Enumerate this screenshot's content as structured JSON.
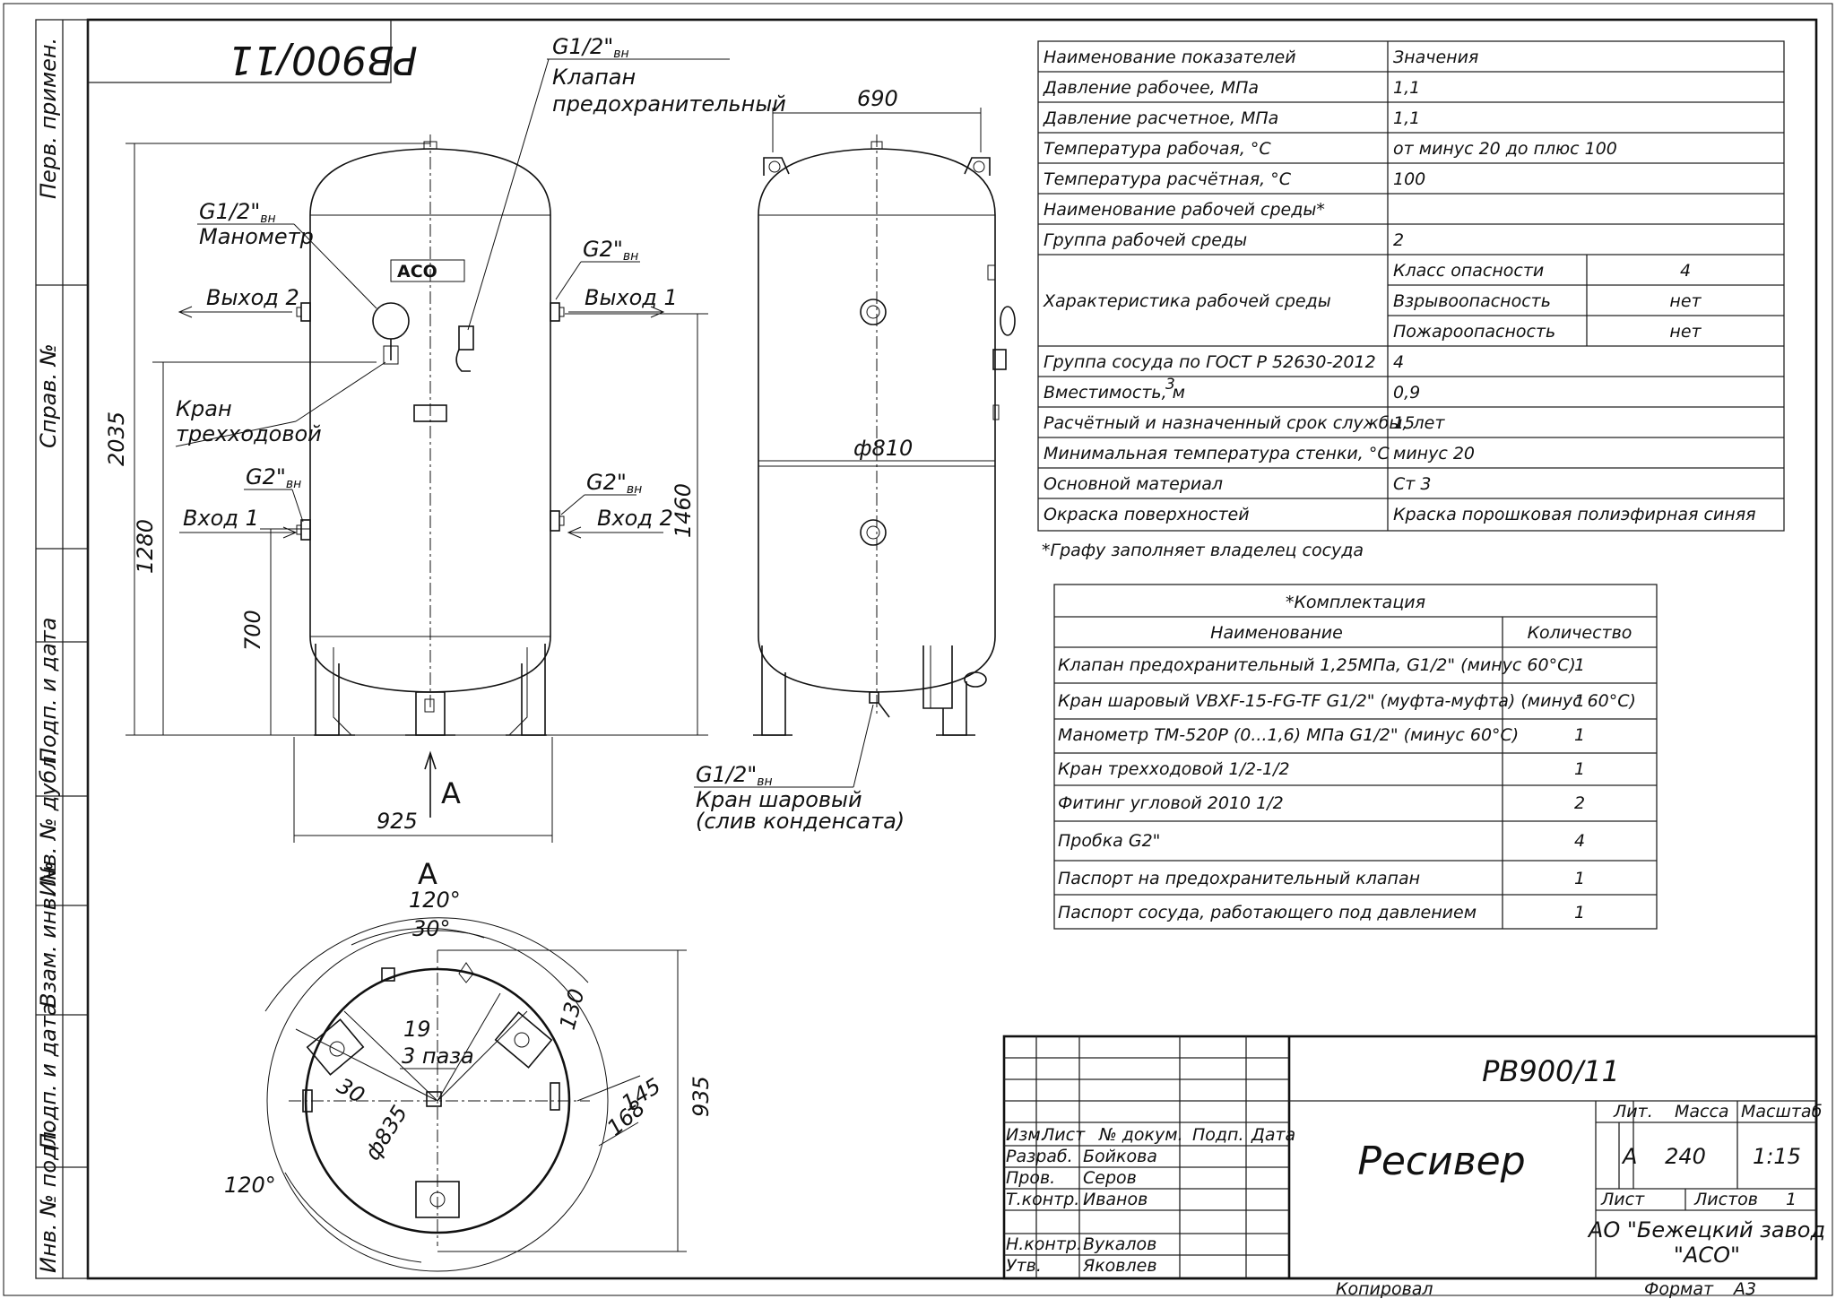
{
  "drawing": {
    "designation": "PB900/11",
    "designation_mirrored": "PB900/11",
    "name": "Ресивер",
    "company_line1": "АО \"Бежецкий завод",
    "company_line2": "\"АСО\"",
    "copied": "Копировал",
    "format_label": "Формат",
    "format_value": "А3",
    "logo_text": "АСО"
  },
  "side_stamp": [
    "Перв. примен.",
    "Справ. №",
    "Подп. и дата",
    "Инв. № дубл.",
    "Взам. инв. №",
    "Подп. и дата",
    "Инв. № подл."
  ],
  "title_block": {
    "lit_label": "Лит.",
    "mass_label": "Масса",
    "scale_label": "Масштаб",
    "lit_value": "А",
    "mass_value": "240",
    "scale_value": "1:15",
    "sheet_label": "Лист",
    "sheets_label": "Листов",
    "sheets_value": "1",
    "header_cols": [
      "Изм.",
      "Лист",
      "№ докум.",
      "Подп.",
      "Дата"
    ],
    "roles": [
      {
        "role": "Разраб.",
        "person": "Бойкова"
      },
      {
        "role": "Пров.",
        "person": "Серов"
      },
      {
        "role": "Т.контр.",
        "person": "Иванов"
      },
      {
        "role": "Н.контр.",
        "person": "Вукалов"
      },
      {
        "role": "Утв.",
        "person": "Яковлев"
      }
    ]
  },
  "specs": {
    "header": [
      "Наименование показателей",
      "Значения"
    ],
    "rows": [
      {
        "name": "Давление рабочее, МПа",
        "value": "1,1"
      },
      {
        "name": "Давление расчетное, МПа",
        "value": "1,1"
      },
      {
        "name": "Температура рабочая, °С",
        "value": "от минус 20 до плюс 100"
      },
      {
        "name": "Температура расчётная, °С",
        "value": "100"
      },
      {
        "name": "Наименование рабочей среды*",
        "value": ""
      },
      {
        "name": "Группа рабочей среды",
        "value": "2"
      }
    ],
    "medium_char": {
      "name": "Характеристика рабочей среды",
      "items": [
        {
          "name": "Класс опасности",
          "value": "4"
        },
        {
          "name": "Взрывоопасность",
          "value": "нет"
        },
        {
          "name": "Пожароопасность",
          "value": "нет"
        }
      ]
    },
    "rows2": [
      {
        "name": "Группа сосуда по ГОСТ Р 52630-2012",
        "value": "4"
      },
      {
        "name": "Вместимость, м",
        "value": "0,9"
      },
      {
        "name": "Расчётный и назначенный срок службы, лет",
        "value": "15"
      },
      {
        "name": "Минимальная температура стенки, °С",
        "value": "минус 20"
      },
      {
        "name": "Основной материал",
        "value": "Ст 3"
      },
      {
        "name": "Окраска поверхностей",
        "value": "Краска порошковая полиэфирная синяя"
      }
    ],
    "volume_sup": "3",
    "footnote": "*Графу заполняет владелец сосуда"
  },
  "kit": {
    "title": "*Комплектация",
    "header": [
      "Наименование",
      "Количество"
    ],
    "rows": [
      {
        "name": "Клапан предохранительный 1,25МПа, G1/2\" (минус 60°С)",
        "qty": "1"
      },
      {
        "name": "Кран шаровый VBXF-15-FG-TF G1/2\" (муфта-муфта) (минус 60°С)",
        "qty": "1"
      },
      {
        "name": "Манометр ТМ-520Р (0...1,6) МПа G1/2\" (минус 60°С)",
        "qty": "1"
      },
      {
        "name": "Кран трехходовой 1/2-1/2",
        "qty": "1"
      },
      {
        "name": "Фитинг угловой 2010 1/2",
        "qty": "2"
      },
      {
        "name": "Пробка G2\"",
        "qty": "4"
      },
      {
        "name": "Паспорт на предохранительный клапан",
        "qty": "1"
      },
      {
        "name": "Паспорт сосуда, работающего под давлением",
        "qty": "1"
      }
    ]
  },
  "labels": {
    "g12": "G1/2\"",
    "g2": "G2\"",
    "vn": "вн",
    "valve_safety_1": "Клапан",
    "valve_safety_2": "предохранительный",
    "manometer": "Манометр",
    "out2": "Выход 2",
    "out1": "Выход 1",
    "in1": "Вход 1",
    "in2": "Вход 2",
    "tap3_1": "Кран",
    "tap3_2": "трехходовой",
    "ball_1": "Кран шаровый",
    "ball_2": "(слив конденсата)",
    "view_a": "А",
    "slots": "3 паза"
  },
  "dims": {
    "h_total": "2035",
    "h_1280": "1280",
    "h_700": "700",
    "h_1460": "1460",
    "w_925": "925",
    "w_690": "690",
    "d_810": "ф810",
    "a120_top": "120°",
    "a30": "30°",
    "a120_left": "120°",
    "d19": "19",
    "d30": "30",
    "d835": "ф835",
    "d130": "130",
    "d145": "145",
    "d168": "168",
    "d935": "935"
  },
  "colors": {
    "ink": "#111111",
    "paper": "#ffffff"
  }
}
